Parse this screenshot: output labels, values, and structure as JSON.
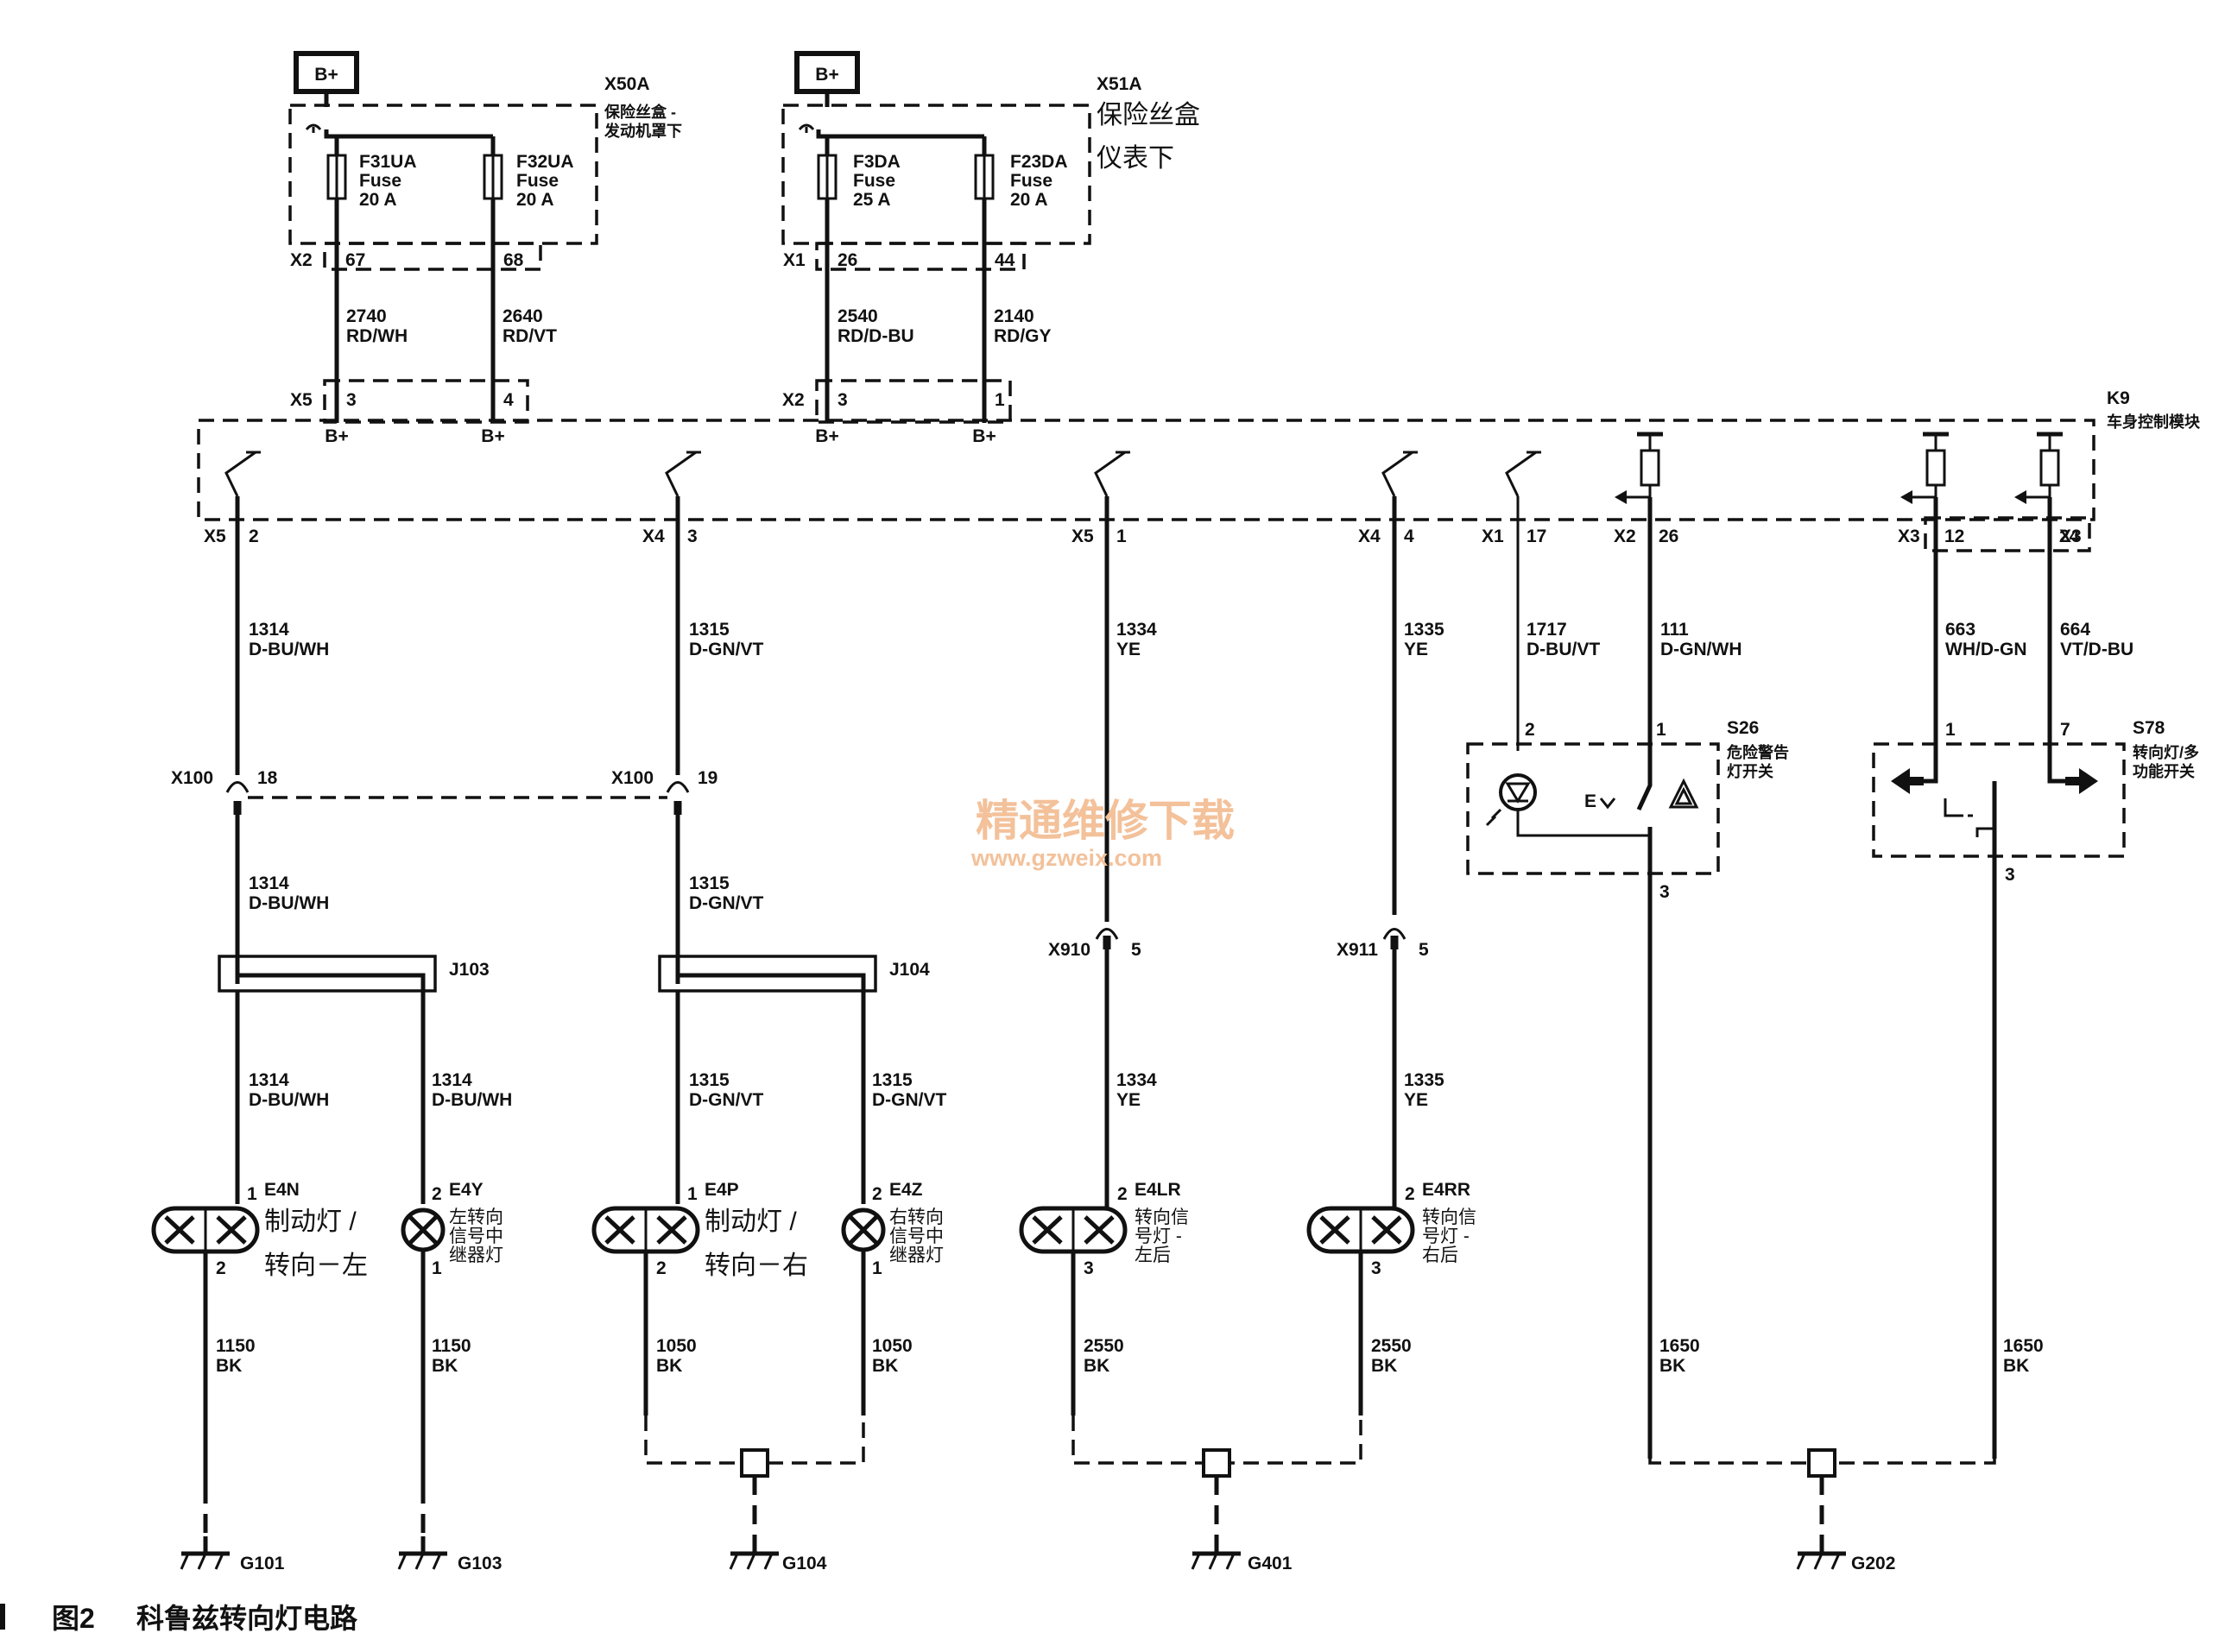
{
  "supply": "B+",
  "fuse_blocks": [
    {
      "id": "X50A",
      "desc": "保险丝盒－发动机罩下",
      "desc_lines": [
        "保险丝盒 -",
        "发动机罩下"
      ],
      "conn_in": "X2",
      "conn_out": "X5",
      "fuses": [
        {
          "name": "F31UA",
          "type": "Fuse",
          "rating": "20 A",
          "pin": "67",
          "wire": "2740",
          "color": "RD/WH",
          "out_pin": "3"
        },
        {
          "name": "F32UA",
          "type": "Fuse",
          "rating": "20 A",
          "pin": "68",
          "wire": "2640",
          "color": "RD/VT",
          "out_pin": "4"
        }
      ]
    },
    {
      "id": "X51A",
      "desc": "保险丝盒仪表下",
      "desc_lines": [
        "保险丝盒",
        "仪表下"
      ],
      "conn_in": "X1",
      "conn_out": "X2",
      "fuses": [
        {
          "name": "F3DA",
          "type": "Fuse",
          "rating": "25 A",
          "pin": "26",
          "wire": "2540",
          "color": "RD/D-BU",
          "out_pin": "3"
        },
        {
          "name": "F23DA",
          "type": "Fuse",
          "rating": "20 A",
          "pin": "44",
          "wire": "2140",
          "color": "RD/GY",
          "out_pin": "1"
        }
      ]
    }
  ],
  "module": {
    "id": "K9",
    "name": "车身控制模块",
    "supply_labels": [
      "B+",
      "B+",
      "B+",
      "B+"
    ]
  },
  "outputs": [
    {
      "conn": "X5",
      "pin": "2",
      "wire": "1314",
      "color": "D-BU/WH"
    },
    {
      "conn": "X4",
      "pin": "3",
      "wire": "1315",
      "color": "D-GN/VT"
    },
    {
      "conn": "X5",
      "pin": "1",
      "wire": "1334",
      "color": "YE"
    },
    {
      "conn": "X4",
      "pin": "4",
      "wire": "1335",
      "color": "YE"
    },
    {
      "conn": "X1",
      "pin": "17",
      "wire": "1717",
      "color": "D-BU/VT"
    },
    {
      "conn": "X2",
      "pin": "26",
      "wire": "111",
      "color": "D-GN/WH"
    },
    {
      "conn": "X3",
      "pin": "12",
      "wire": "663",
      "color": "WH/D-GN"
    },
    {
      "conn": "X3",
      "pin": "24",
      "wire": "664",
      "color": "VT/D-BU"
    }
  ],
  "inline_connectors": [
    {
      "id": "X100",
      "pin": "18"
    },
    {
      "id": "X100",
      "pin": "19"
    },
    {
      "id": "X910",
      "pin": "5"
    },
    {
      "id": "X911",
      "pin": "5"
    }
  ],
  "splices": [
    "J103",
    "J104"
  ],
  "lamps": [
    {
      "id": "E4N",
      "pin_top": "1",
      "pin_bot": "2",
      "wire_in": "1314",
      "color_in": "D-BU/WH",
      "name_lines": [
        "制动灯 /",
        "转向－左"
      ],
      "ground_wire": "1150",
      "ground_color": "BK"
    },
    {
      "id": "E4Y",
      "pin_top": "2",
      "pin_bot": "1",
      "wire_in": "1314",
      "color_in": "D-BU/WH",
      "name_lines": [
        "左转向",
        "信号中",
        "继器灯"
      ],
      "ground_wire": "1150",
      "ground_color": "BK"
    },
    {
      "id": "E4P",
      "pin_top": "1",
      "pin_bot": "2",
      "wire_in": "1315",
      "color_in": "D-GN/VT",
      "name_lines": [
        "制动灯 /",
        "转向－右"
      ],
      "ground_wire": "1050",
      "ground_color": "BK"
    },
    {
      "id": "E4Z",
      "pin_top": "2",
      "pin_bot": "1",
      "wire_in": "1315",
      "color_in": "D-GN/VT",
      "name_lines": [
        "右转向",
        "信号中",
        "继器灯"
      ],
      "ground_wire": "1050",
      "ground_color": "BK"
    },
    {
      "id": "E4LR",
      "pin_top": "2",
      "pin_bot": "3",
      "wire_in": "1334",
      "color_in": "YE",
      "name_lines": [
        "转向信",
        "号灯 -",
        "左后"
      ],
      "ground_wire": "2550",
      "ground_color": "BK"
    },
    {
      "id": "E4RR",
      "pin_top": "2",
      "pin_bot": "3",
      "wire_in": "1335",
      "color_in": "YE",
      "name_lines": [
        "转向信",
        "号灯 -",
        "右后"
      ],
      "ground_wire": "2550",
      "ground_color": "BK"
    }
  ],
  "switches": [
    {
      "id": "S26",
      "name_lines": [
        "危险警告",
        "灯开关"
      ],
      "pins": [
        "2",
        "1",
        "3"
      ],
      "ground_wire": "1650",
      "ground_color": "BK"
    },
    {
      "id": "S78",
      "name_lines": [
        "转向灯/多",
        "功能开关"
      ],
      "pins": [
        "1",
        "7",
        "3"
      ],
      "ground_wire": "1650",
      "ground_color": "BK"
    }
  ],
  "grounds": [
    "G101",
    "G103",
    "G104",
    "G401",
    "G202"
  ],
  "watermark": {
    "text": "精通维修下载",
    "url": "www.gzweix.com"
  },
  "caption": {
    "fig": "图2",
    "title": "科鲁兹转向灯电路"
  }
}
